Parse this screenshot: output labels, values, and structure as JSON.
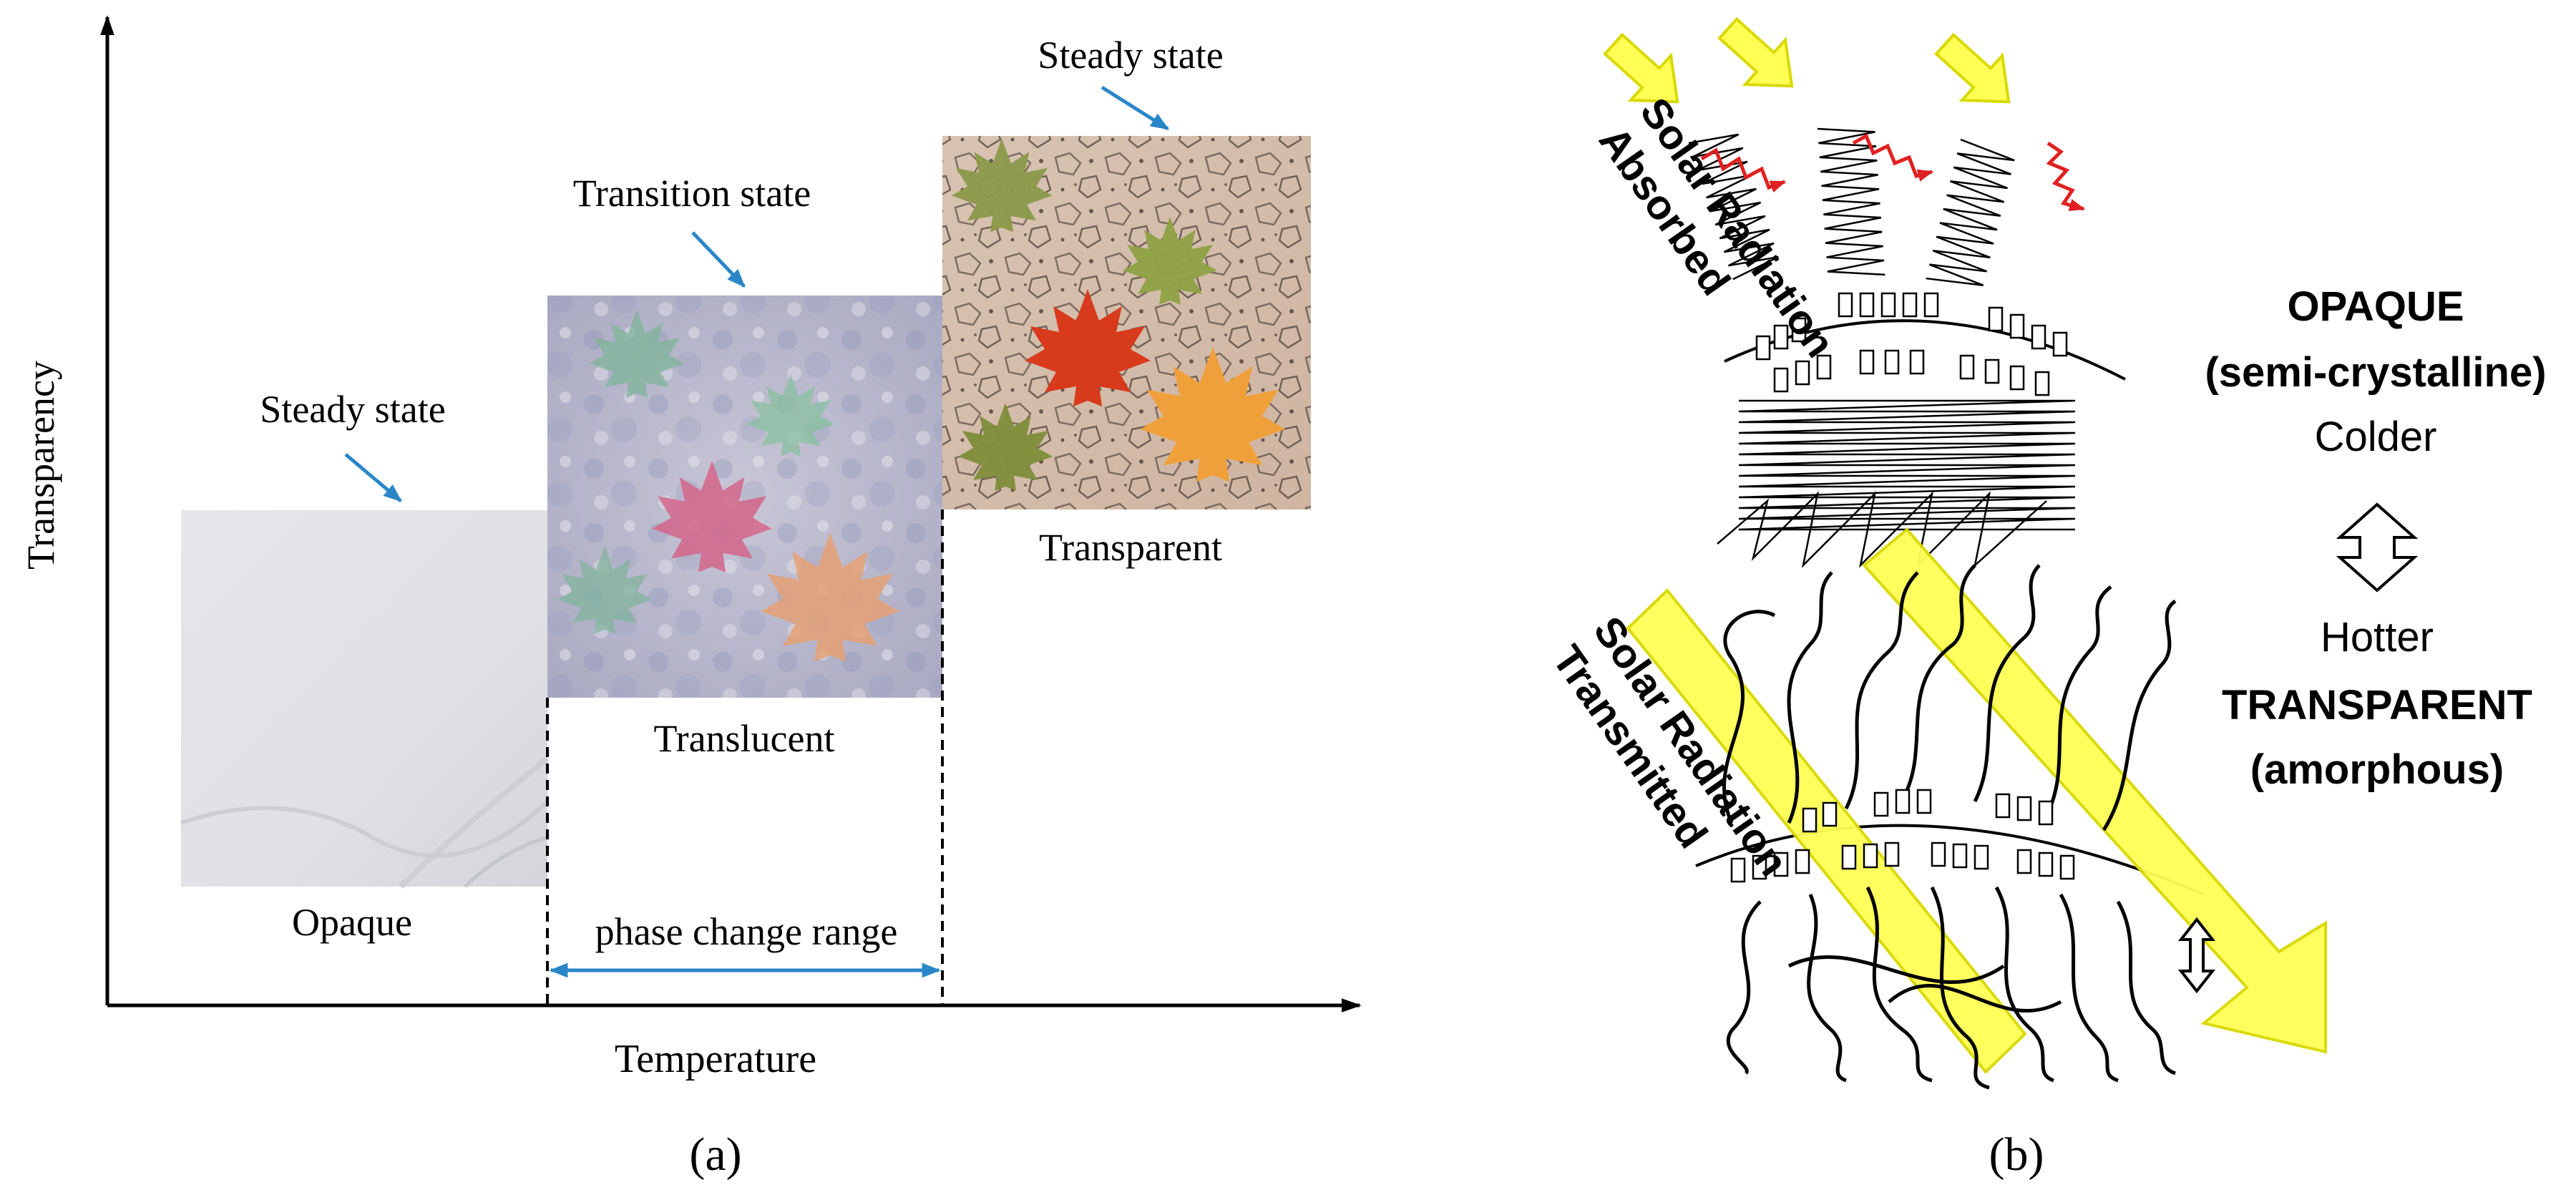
{
  "panel_a": {
    "y_axis_label": "Transparency",
    "x_axis_label": "Temperature",
    "caption": "(a)",
    "states": [
      {
        "sample_label": "Opaque",
        "state_label": "Steady state"
      },
      {
        "sample_label": "Translucent",
        "state_label": "Transition state"
      },
      {
        "sample_label": "Transparent",
        "state_label": "Steady state"
      }
    ],
    "range_label": "phase change range"
  },
  "panel_b": {
    "caption": "(b)",
    "top_radiation": [
      "Solar Radiation",
      "Absorbed"
    ],
    "bottom_radiation": [
      "Solar Radiation",
      "Transmitted"
    ],
    "opaque_title": "OPAQUE",
    "opaque_sub": "(semi-crystalline)",
    "colder": "Colder",
    "hotter": "Hotter",
    "transparent_title": "TRANSPARENT",
    "transparent_sub": "(amorphous)"
  },
  "colors": {
    "axis": "#000000",
    "pointer_arrow": "#2a86c8",
    "solar_fill": "#ffff55",
    "solar_stroke": "#d9d900",
    "absorbed_wave": "#e02020"
  }
}
